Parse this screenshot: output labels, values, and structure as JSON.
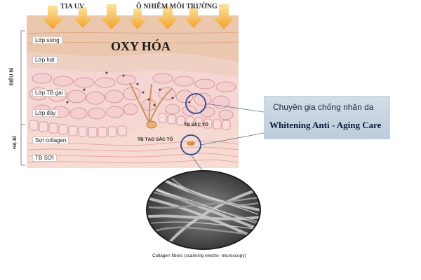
{
  "top_labels": {
    "uv": "TIA UV",
    "pollution": "Ô NHIỄM MÔI TRƯỜNG"
  },
  "oxidation": "OXY HÓA",
  "side_labels": {
    "epidermis": "BIỂU BÌ",
    "dermis": "HẠ BÌ"
  },
  "layers": {
    "stratum_corneum": "Lớp sừng",
    "granular": "Lớp hạt",
    "spinous": "Lớp TB gai",
    "basal": "Lớp đáy",
    "collagen": "Sợi collagen",
    "fibroblast": "TB SỢI"
  },
  "cells": {
    "melanocyte": "TB SẮC TỐ",
    "pigment_forming": "TB TẠO SẮC TỐ"
  },
  "expert": {
    "line1": "Chuyên gia chống nhăn da",
    "line2": "Whitening Anti - Aging Care"
  },
  "caption": "Collagen fibers (scanning electro- microscopy)",
  "colors": {
    "arrow": "#f2a12c",
    "stratum": "#e8c2a8",
    "cell_fill": "#f5cfd0",
    "cell_stroke": "#c98a8e",
    "dermis": "#f3c8c2",
    "highlight_circle": "#2a4a8f",
    "expert_box": "#c8d5e2"
  }
}
